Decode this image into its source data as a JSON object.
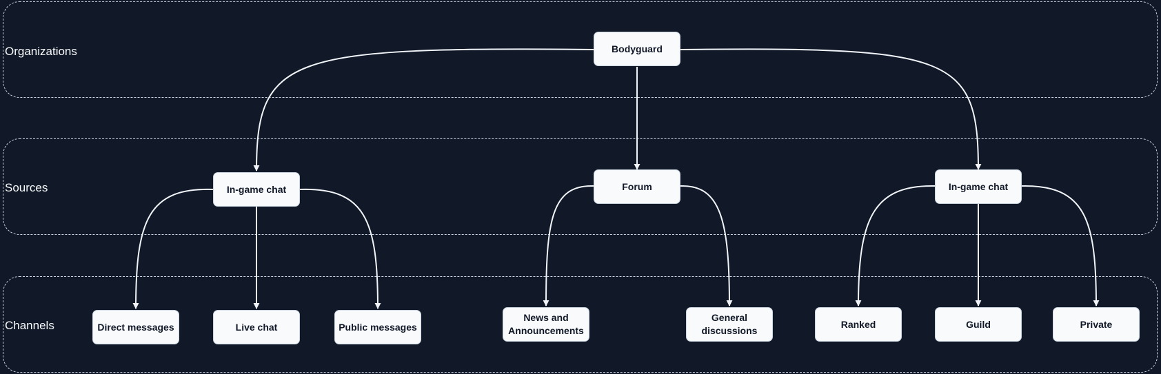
{
  "lanes": {
    "organizations": "Organizations",
    "sources": "Sources",
    "channels": "Channels"
  },
  "nodes": {
    "bodyguard": "Bodyguard",
    "in_game_chat_left": "In-game chat",
    "forum": "Forum",
    "in_game_chat_right": "In-game chat",
    "direct_messages": "Direct messages",
    "live_chat": "Live chat",
    "public_messages": "Public messages",
    "news_and_announcements": "News and Announcements",
    "general_discussions": "General discussions",
    "ranked": "Ranked",
    "guild": "Guild",
    "private": "Private"
  },
  "colors": {
    "background": "#111827",
    "node_fill": "#f8fafc",
    "node_text": "#111827",
    "line": "#f1f5f9",
    "lane_border": "#cbd5e1"
  }
}
